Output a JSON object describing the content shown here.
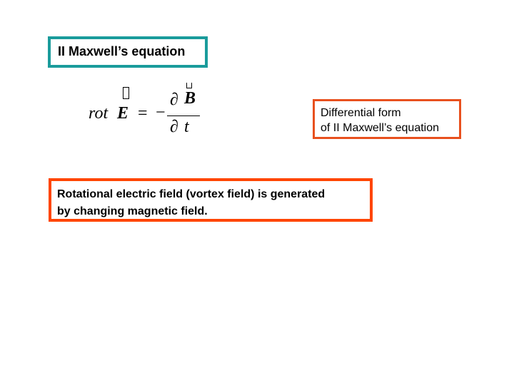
{
  "title": {
    "text": "II Maxwell’s equation",
    "border_color": "#1a9b9b"
  },
  "formula": {
    "rot": "rot",
    "E": "E",
    "equals": "=",
    "minus": "−",
    "partial_num": "∂",
    "B": "B",
    "partial_den": "∂",
    "t": "t"
  },
  "differential_note": {
    "line1": "Differential form",
    "line2": "of II Maxwell’s equation",
    "border_color": "#e8501e"
  },
  "statement": {
    "line1": "Rotational electric field (vortex field) is generated",
    "line2": "by changing magnetic field.",
    "border_color": "#ff4500"
  }
}
